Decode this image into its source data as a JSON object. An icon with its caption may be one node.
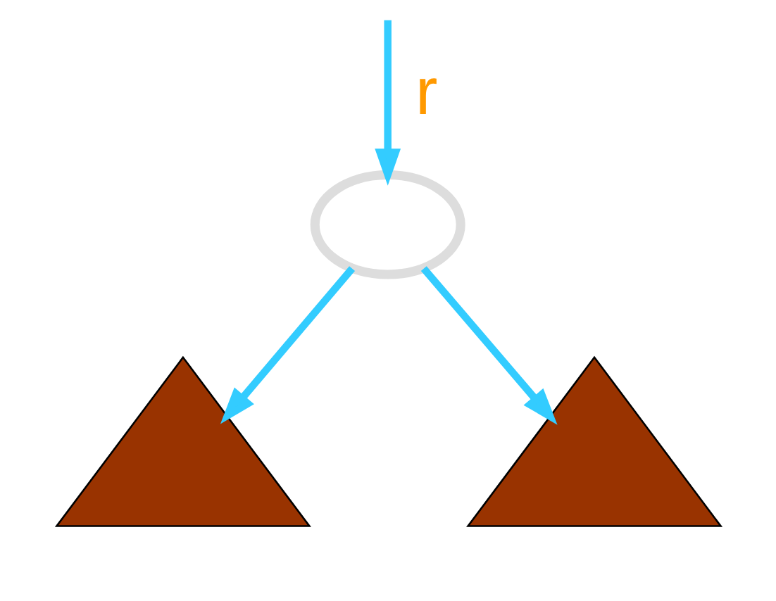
{
  "diagram": {
    "nodes": [
      {
        "text": [],
        "shape": "circle"
      },
      {
        "text": [],
        "shape": "triangle"
      },
      {
        "text": [],
        "shape": "triangle"
      }
    ],
    "edges": [
      {
        "from": null,
        "to": 0,
        "arrow": "to",
        "label": "r"
      },
      {
        "from": 0,
        "to": 1,
        "arrow": "to"
      },
      {
        "from": 0,
        "to": 2,
        "arrow": "to"
      }
    ]
  }
}
